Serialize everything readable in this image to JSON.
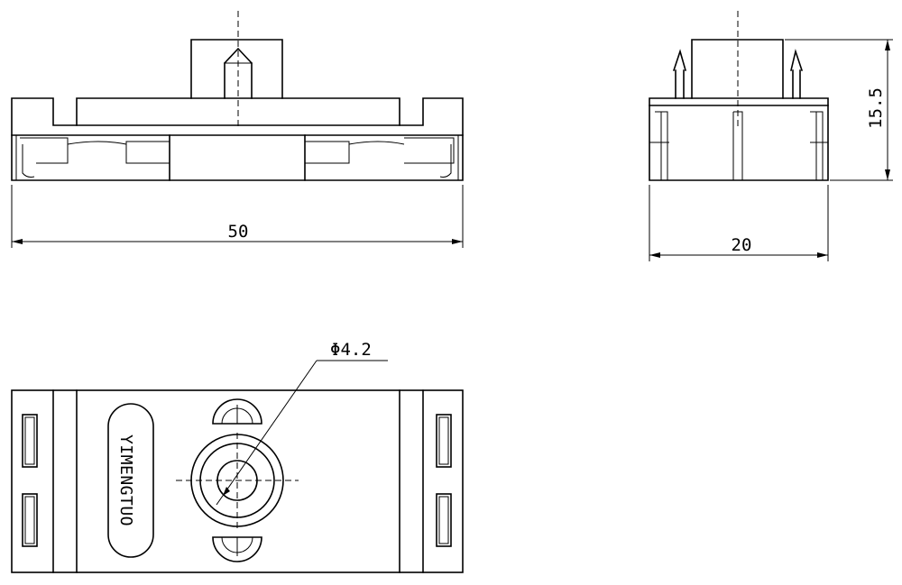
{
  "dimensions": {
    "front_width": "50",
    "side_width": "20",
    "side_height": "15.5",
    "hole_diameter": "Φ4.2"
  },
  "brand_marking": "YIMENGTUO"
}
